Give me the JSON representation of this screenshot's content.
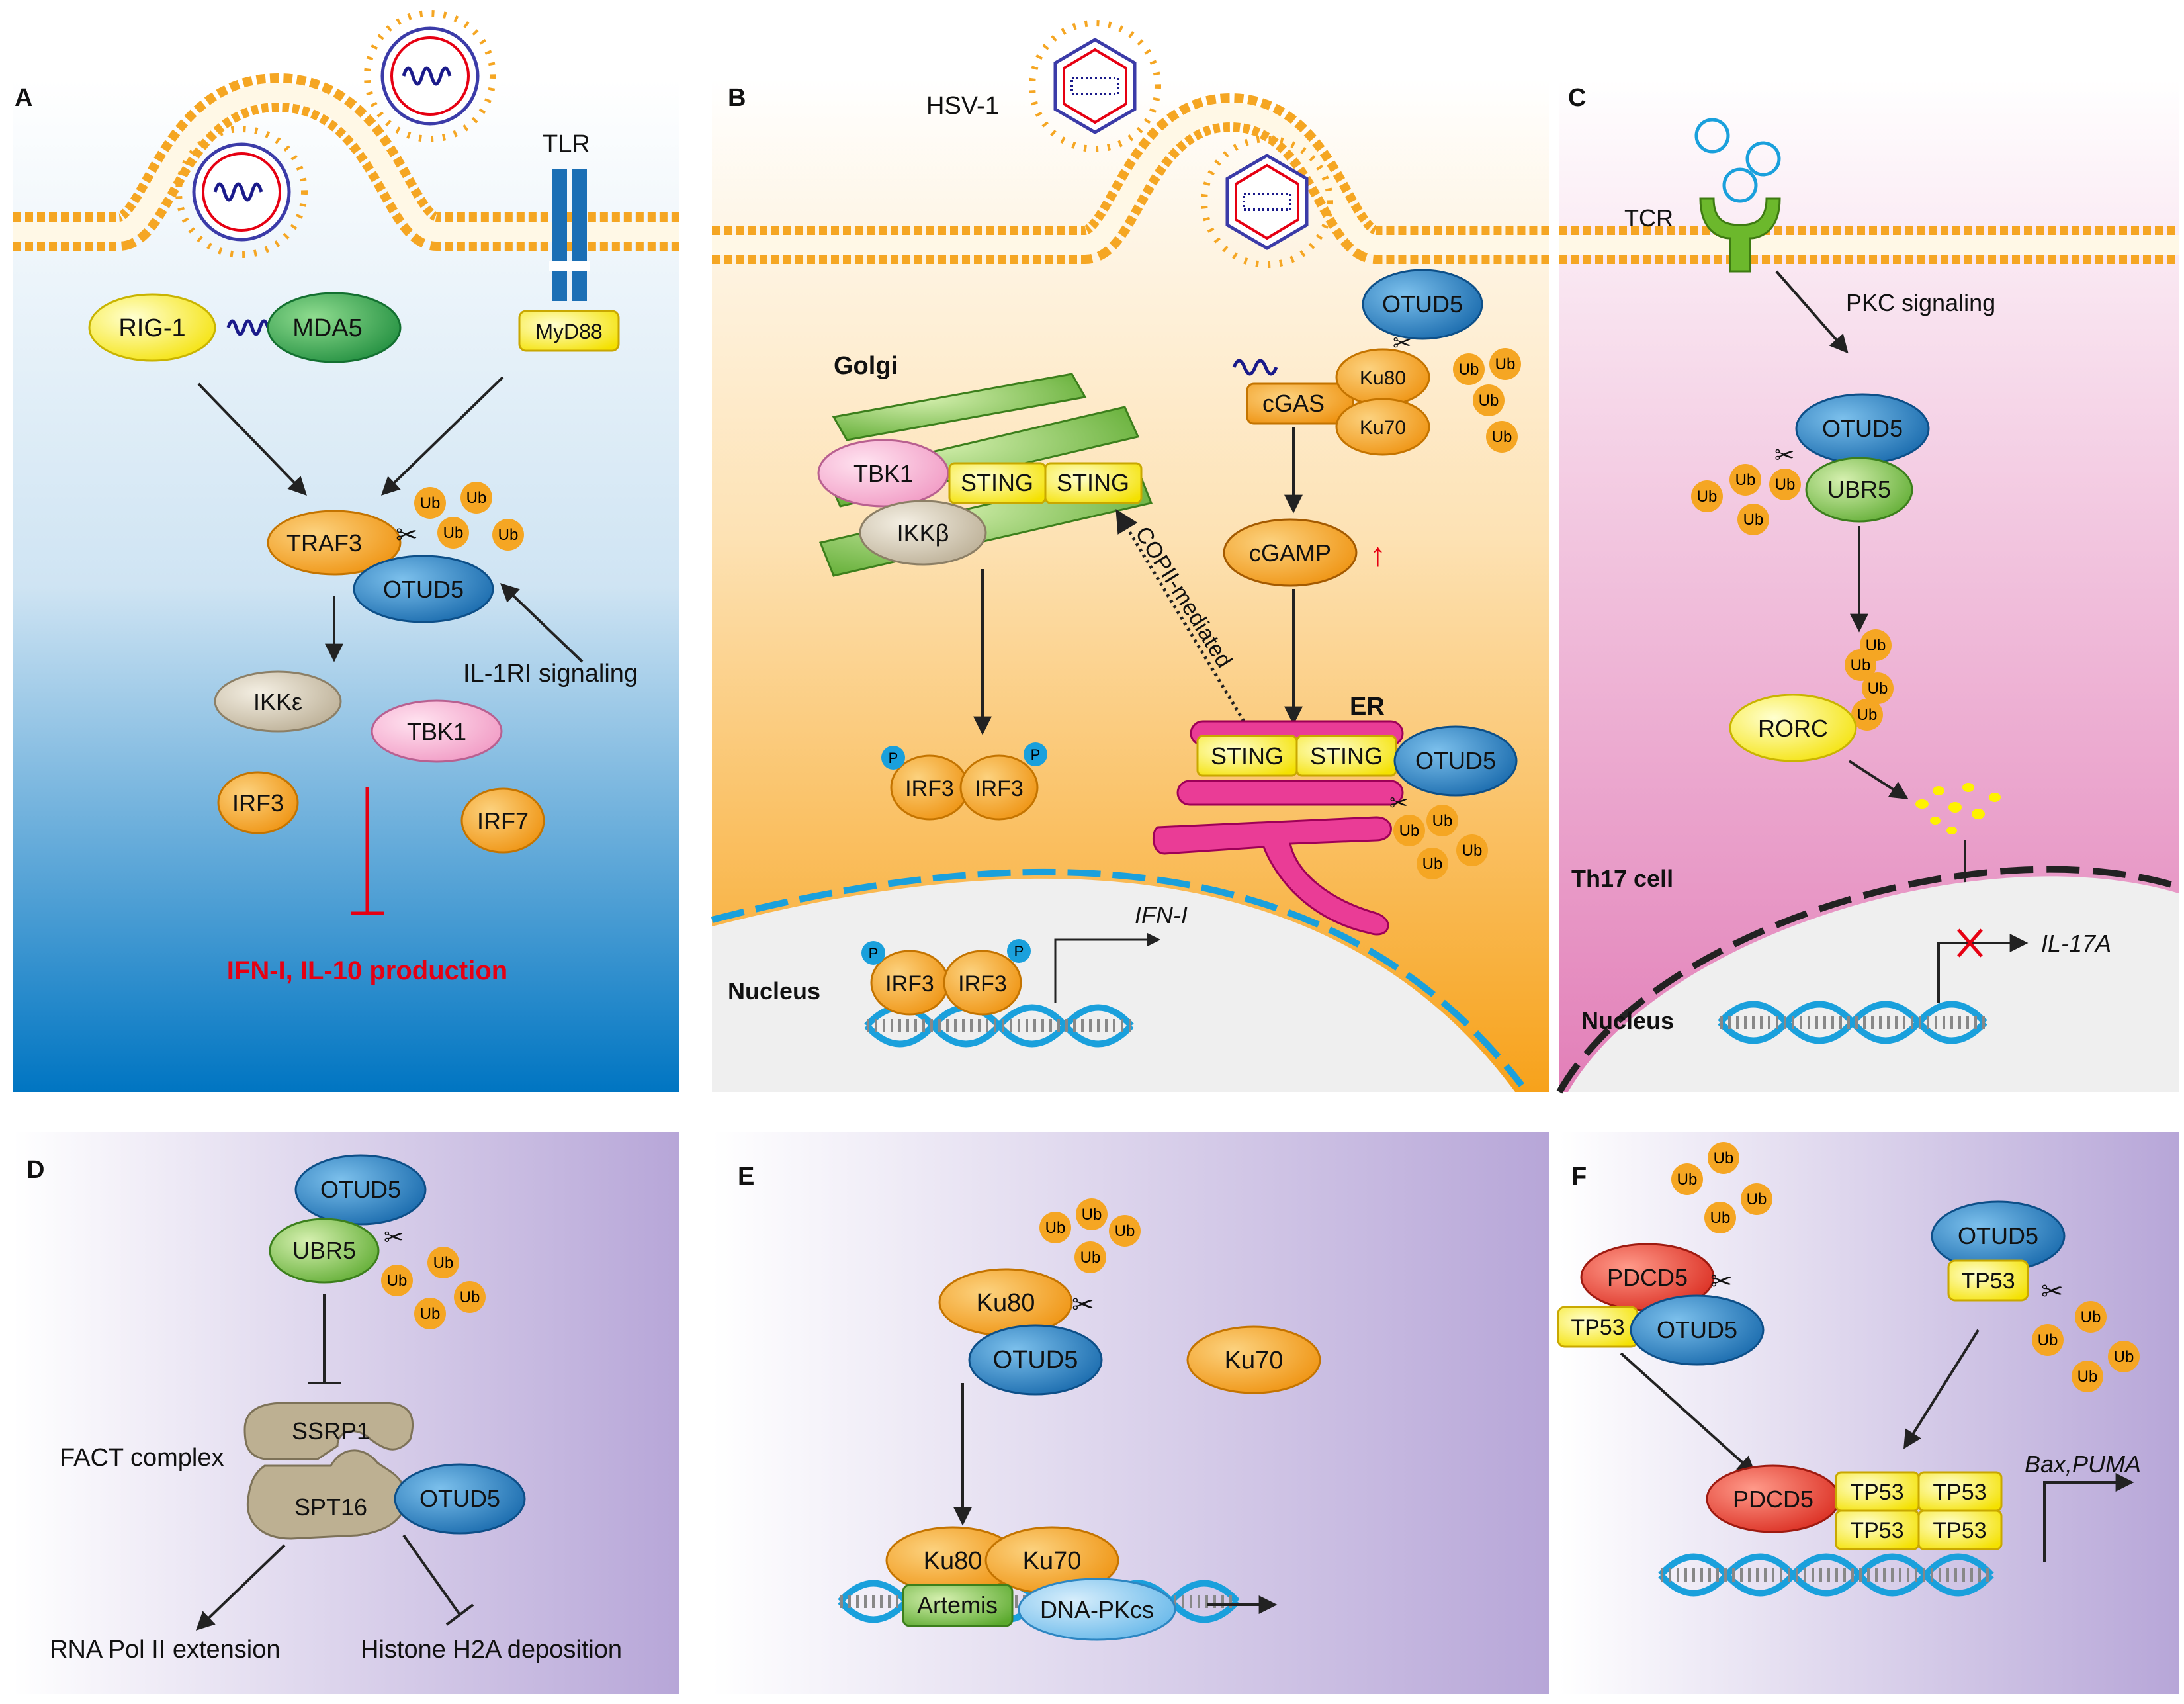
{
  "colors": {
    "orange_fill": "#f5a623",
    "blue_fill": "#2a7fc4",
    "green_fill": "#7cc142",
    "yellow_fill": "#fff200",
    "pink_fill": "#f7b6d2",
    "magenta_fill": "#e6007e",
    "red_text": "#e60012",
    "panel_a_gradient_bottom": "#0075c2",
    "panel_b_bg": "#fcc26a",
    "panel_c_bg": "#e68ec0",
    "panel_def_bg": "#b8a7d9",
    "dna_blue": "#1aa0dc",
    "membrane_orange": "#f5a623"
  },
  "panels": {
    "A": {
      "letter": "A",
      "rig1": "RIG-1",
      "mda5": "MDA5",
      "tlr": "TLR",
      "myd88": "MyD88",
      "traf3": "TRAF3",
      "otud5": "OTUD5",
      "il1ri": "IL-1RI signaling",
      "ikke": "IKKε",
      "tbk1": "TBK1",
      "irf3": "IRF3",
      "irf7": "IRF7",
      "ub": "Ub",
      "outcome": "IFN-I, IL-10 production"
    },
    "B": {
      "letter": "B",
      "hsv": "HSV-1",
      "golgi": "Golgi",
      "tbk1": "TBK1",
      "ikkb": "IKKβ",
      "sting": "STING",
      "copii": "COPII-mediated",
      "otud5": "OTUD5",
      "ku80": "Ku80",
      "ku70": "Ku70",
      "cgas": "cGAS",
      "cgamp": "cGAMP",
      "up_arrow": "↑",
      "er": "ER",
      "irf3": "IRF3",
      "p": "P",
      "ifn": "IFN-I",
      "nucleus": "Nucleus",
      "ub": "Ub"
    },
    "C": {
      "letter": "C",
      "tcr": "TCR",
      "pkc": "PKC  signaling",
      "otud5": "OTUD5",
      "ubr5": "UBR5",
      "rorc": "RORC",
      "th17": "Th17 cell",
      "nucleus": "Nucleus",
      "il17a": "IL-17A",
      "ub": "Ub"
    },
    "D": {
      "letter": "D",
      "otud5": "OTUD5",
      "ubr5": "UBR5",
      "fact": "FACT complex",
      "ssrp1": "SSRP1",
      "spt16": "SPT16",
      "rna": "RNA Pol II extension",
      "histone": "Histone H2A deposition",
      "ub": "Ub"
    },
    "E": {
      "letter": "E",
      "ku80": "Ku80",
      "ku70": "Ku70",
      "otud5": "OTUD5",
      "artemis": "Artemis",
      "dnapkcs": "DNA-PKcs",
      "ub": "Ub"
    },
    "F": {
      "letter": "F",
      "pdcd5": "PDCD5",
      "tp53": "TP53",
      "otud5": "OTUD5",
      "target": "Bax,PUMA",
      "ub": "Ub"
    }
  }
}
